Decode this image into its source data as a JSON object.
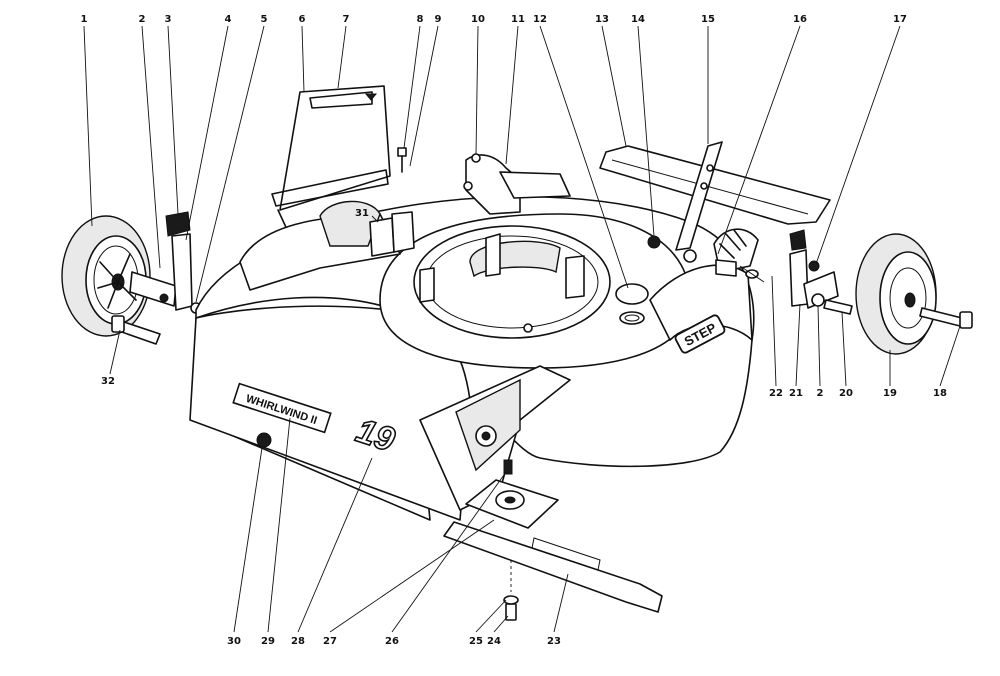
{
  "decals": {
    "model_name": "WHIRLWIND II",
    "deck_size": "19",
    "badge": "STEP"
  },
  "callouts": [
    {
      "num": "1"
    },
    {
      "num": "2"
    },
    {
      "num": "3"
    },
    {
      "num": "4"
    },
    {
      "num": "5"
    },
    {
      "num": "6"
    },
    {
      "num": "7"
    },
    {
      "num": "8"
    },
    {
      "num": "9"
    },
    {
      "num": "10"
    },
    {
      "num": "11"
    },
    {
      "num": "12"
    },
    {
      "num": "13"
    },
    {
      "num": "14"
    },
    {
      "num": "15"
    },
    {
      "num": "16"
    },
    {
      "num": "17"
    },
    {
      "num": "31"
    },
    {
      "num": "32"
    },
    {
      "num": "22"
    },
    {
      "num": "21"
    },
    {
      "num": "2"
    },
    {
      "num": "20"
    },
    {
      "num": "19"
    },
    {
      "num": "18"
    },
    {
      "num": "30"
    },
    {
      "num": "29"
    },
    {
      "num": "28"
    },
    {
      "num": "27"
    },
    {
      "num": "26"
    },
    {
      "num": "25"
    },
    {
      "num": "24"
    },
    {
      "num": "23"
    }
  ]
}
